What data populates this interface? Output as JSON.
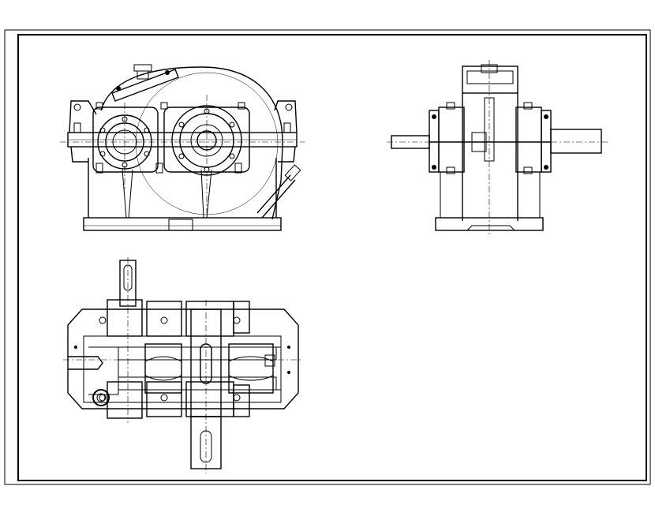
{
  "drawing": {
    "views": [
      "front-view",
      "side-view",
      "top-view"
    ],
    "colors": {
      "line": "#000000",
      "paper": "#ffffff"
    }
  }
}
